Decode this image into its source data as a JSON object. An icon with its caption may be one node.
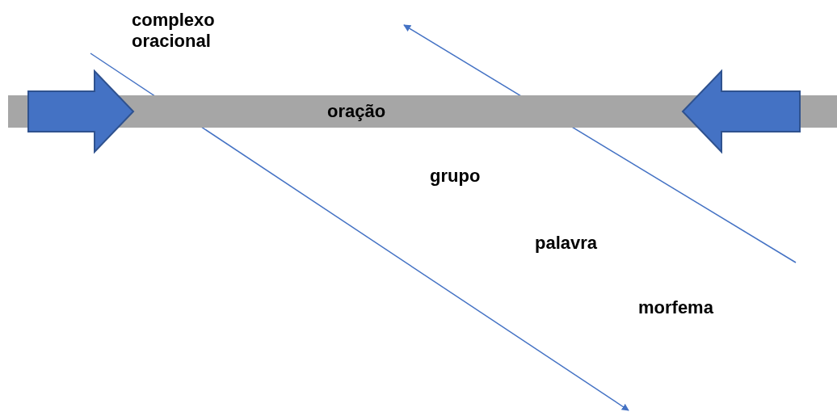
{
  "diagram": {
    "nodes": [
      {
        "text": [
          "oração"
        ]
      }
    ],
    "labels": [
      "complexo oracional",
      "grupo",
      "palavra",
      "morfema"
    ]
  }
}
